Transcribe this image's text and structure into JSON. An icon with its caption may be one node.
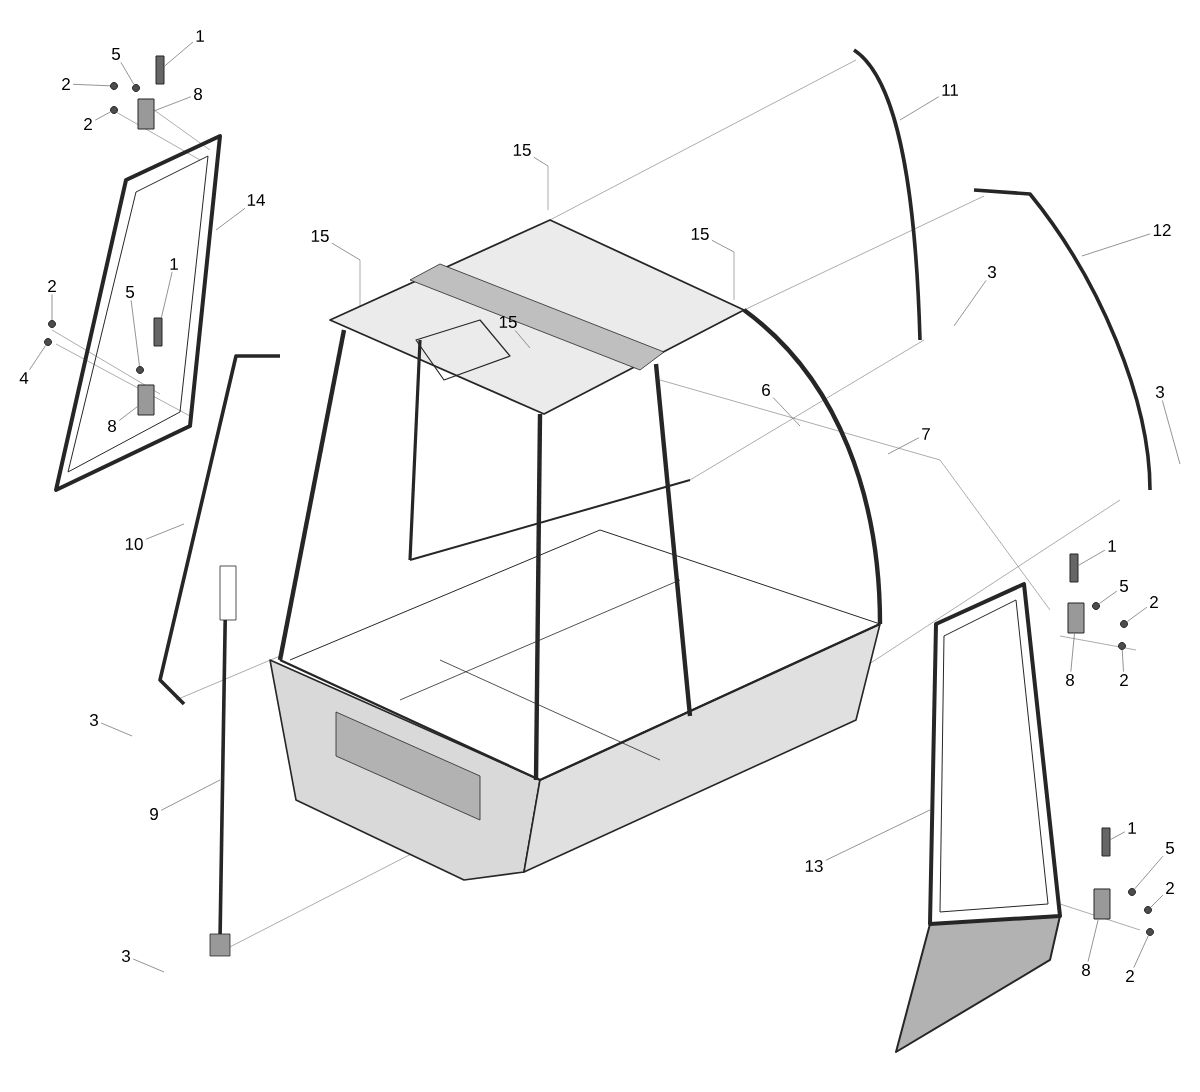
{
  "diagram": {
    "nodes": [
      {
        "text": [
          "1"
        ]
      },
      {
        "text": [
          "5"
        ]
      },
      {
        "text": [
          "2"
        ]
      },
      {
        "text": [
          "8"
        ]
      },
      {
        "text": [
          "2"
        ]
      },
      {
        "text": [
          "11"
        ]
      },
      {
        "text": [
          "15"
        ]
      },
      {
        "text": [
          "14"
        ]
      },
      {
        "text": [
          "15"
        ]
      },
      {
        "text": [
          "12"
        ]
      },
      {
        "text": [
          "15"
        ]
      },
      {
        "text": [
          "1"
        ]
      },
      {
        "text": [
          "3"
        ]
      },
      {
        "text": [
          "2"
        ]
      },
      {
        "text": [
          "5"
        ]
      },
      {
        "text": [
          "15"
        ]
      },
      {
        "text": [
          "4"
        ]
      },
      {
        "text": [
          "6"
        ]
      },
      {
        "text": [
          "3"
        ]
      },
      {
        "text": [
          "8"
        ]
      },
      {
        "text": [
          "7"
        ]
      },
      {
        "text": [
          "10"
        ]
      },
      {
        "text": [
          "1"
        ]
      },
      {
        "text": [
          "5"
        ]
      },
      {
        "text": [
          "2"
        ]
      },
      {
        "text": [
          "8"
        ]
      },
      {
        "text": [
          "2"
        ]
      },
      {
        "text": [
          "3"
        ]
      },
      {
        "text": [
          "9"
        ]
      },
      {
        "text": [
          "1"
        ]
      },
      {
        "text": [
          "5"
        ]
      },
      {
        "text": [
          "13"
        ]
      },
      {
        "text": [
          "2"
        ]
      },
      {
        "text": [
          "3"
        ]
      },
      {
        "text": [
          "8"
        ]
      },
      {
        "text": [
          "2"
        ]
      },
      {
        "text": [],
        "shape": "bar"
      },
      {
        "text": [],
        "shape": "circle"
      },
      {
        "text": [],
        "shape": "circle"
      },
      {
        "text": [],
        "shape": "box"
      },
      {
        "text": [],
        "shape": "circle"
      },
      {
        "text": [],
        "shape": "bar"
      },
      {
        "text": [],
        "shape": "circle"
      },
      {
        "text": [],
        "shape": "circle"
      },
      {
        "text": [],
        "shape": "circle"
      },
      {
        "text": [],
        "shape": "box"
      },
      {
        "text": [],
        "shape": "bar"
      },
      {
        "text": [],
        "shape": "circle"
      },
      {
        "text": [],
        "shape": "circle"
      },
      {
        "text": [],
        "shape": "box"
      },
      {
        "text": [],
        "shape": "circle"
      },
      {
        "text": [],
        "shape": "bar"
      },
      {
        "text": [],
        "shape": "circle"
      },
      {
        "text": [],
        "shape": "circle"
      },
      {
        "text": [],
        "shape": "box"
      },
      {
        "text": [],
        "shape": "circle"
      }
    ],
    "edges": [
      {
        "from": 0,
        "to": 36,
        "arrow": "none"
      },
      {
        "from": 1,
        "to": 37,
        "arrow": "none"
      },
      {
        "from": 2,
        "to": 38,
        "arrow": "none"
      },
      {
        "from": 3,
        "to": 39,
        "arrow": "none"
      },
      {
        "from": 4,
        "to": 40,
        "arrow": "none"
      },
      {
        "from": 5,
        "to": null,
        "arrow": "none"
      },
      {
        "from": 6,
        "to": null,
        "arrow": "none"
      },
      {
        "from": 7,
        "to": null,
        "arrow": "none"
      },
      {
        "from": 8,
        "to": null,
        "arrow": "none"
      },
      {
        "from": 9,
        "to": null,
        "arrow": "none"
      },
      {
        "from": 10,
        "to": null,
        "arrow": "none"
      },
      {
        "from": 11,
        "to": 41,
        "arrow": "none"
      },
      {
        "from": 12,
        "to": null,
        "arrow": "none"
      },
      {
        "from": 13,
        "to": 43,
        "arrow": "none"
      },
      {
        "from": 14,
        "to": 42,
        "arrow": "none"
      },
      {
        "from": 15,
        "to": null,
        "arrow": "none"
      },
      {
        "from": 16,
        "to": 44,
        "arrow": "none"
      },
      {
        "from": 17,
        "to": null,
        "arrow": "none"
      },
      {
        "from": 18,
        "to": null,
        "arrow": "none"
      },
      {
        "from": 19,
        "to": 45,
        "arrow": "none"
      },
      {
        "from": 20,
        "to": null,
        "arrow": "none"
      },
      {
        "from": 21,
        "to": null,
        "arrow": "none"
      },
      {
        "from": 22,
        "to": 46,
        "arrow": "none"
      },
      {
        "from": 23,
        "to": 47,
        "arrow": "none"
      },
      {
        "from": 24,
        "to": 48,
        "arrow": "none"
      },
      {
        "from": 25,
        "to": 49,
        "arrow": "none"
      },
      {
        "from": 26,
        "to": 50,
        "arrow": "none"
      },
      {
        "from": 27,
        "to": null,
        "arrow": "none"
      },
      {
        "from": 28,
        "to": null,
        "arrow": "none"
      },
      {
        "from": 29,
        "to": 51,
        "arrow": "none"
      },
      {
        "from": 30,
        "to": 52,
        "arrow": "none"
      },
      {
        "from": 31,
        "to": null,
        "arrow": "none"
      },
      {
        "from": 32,
        "to": 53,
        "arrow": "none"
      },
      {
        "from": 33,
        "to": null,
        "arrow": "none"
      },
      {
        "from": 34,
        "to": 54,
        "arrow": "none"
      },
      {
        "from": 35,
        "to": 55,
        "arrow": "none"
      }
    ]
  }
}
